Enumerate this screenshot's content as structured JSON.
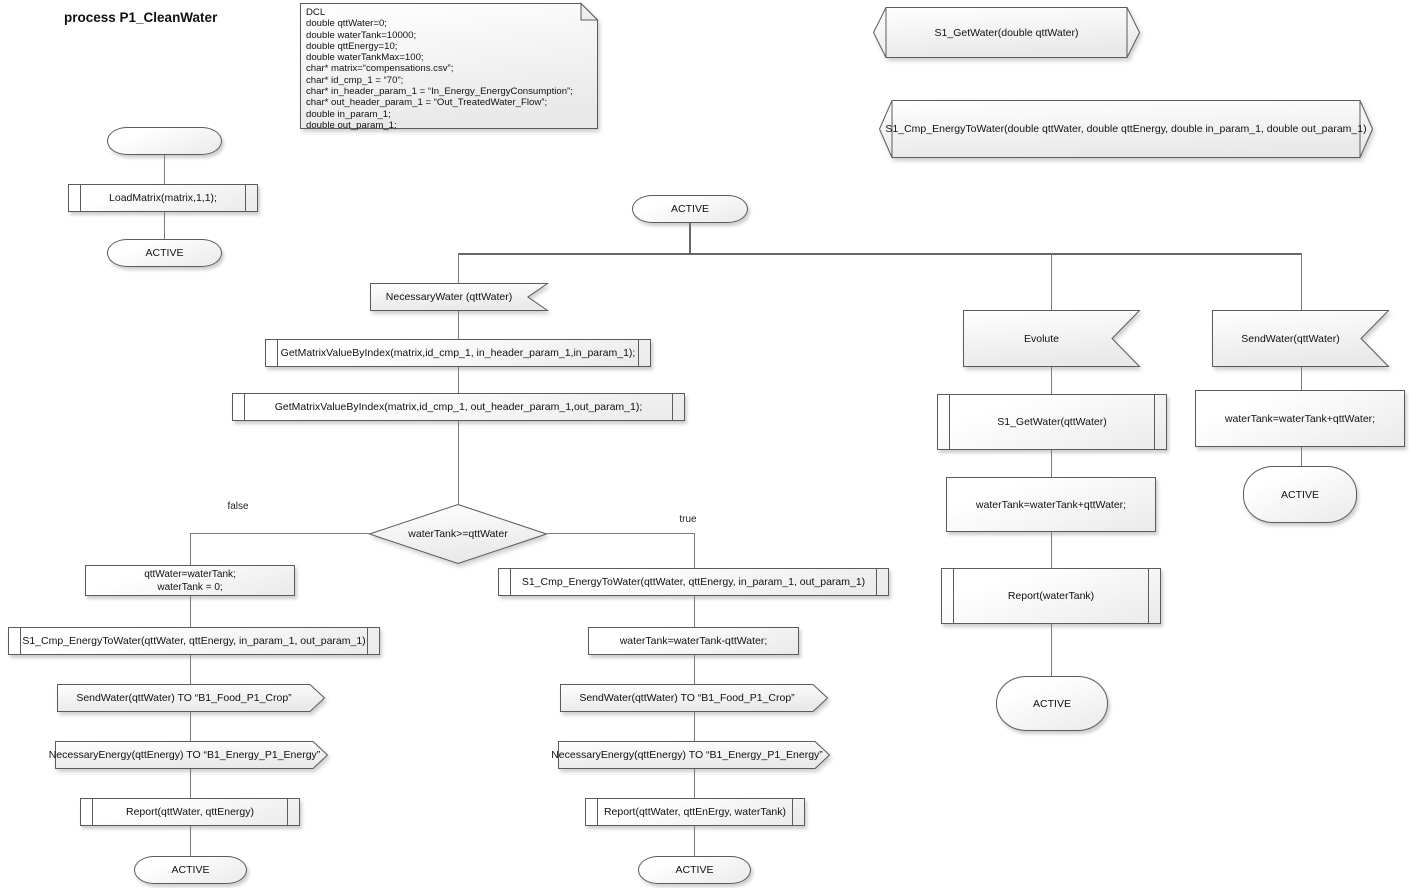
{
  "title": "process P1_CleanWater",
  "dcl": {
    "lines": [
      "DCL",
      "double qttWater=0;",
      "double waterTank=10000;",
      "double qttEnergy=10;",
      "double waterTankMax=100;",
      "char* matrix=“compensations.csv”;",
      "char* id_cmp_1 = “70”;",
      "char* in_header_param_1 = “In_Energy_EnergyConsumption”;",
      "char* out_header_param_1 = “Out_TreatedWater_Flow”;",
      "double in_param_1;",
      "double out_param_1;"
    ]
  },
  "declarations": {
    "get_water": "S1_GetWater(double qttWater)",
    "cmp_energy_to_water": "S1_Cmp_EnergyToWater(double qttWater, double qttEnergy, double in_param_1, double out_param_1)"
  },
  "init_flow": {
    "load_matrix": "LoadMatrix(matrix,1,1);",
    "active_state": "ACTIVE"
  },
  "main_flow": {
    "active_state": "ACTIVE",
    "input_necessary_water": "NecessaryWater (qttWater)",
    "get_matrix_in": "GetMatrixValueByIndex(matrix,id_cmp_1, in_header_param_1,in_param_1);",
    "get_matrix_out": "GetMatrixValueByIndex(matrix,id_cmp_1, out_header_param_1,out_param_1);",
    "decision": "waterTank>=qttWater",
    "false_label": "false",
    "true_label": "true"
  },
  "false_branch": {
    "task_line1": "qttWater=waterTank;",
    "task_line2": "waterTank = 0;",
    "call_cmp": "S1_Cmp_EnergyToWater(qttWater, qttEnergy, in_param_1, out_param_1)",
    "output_send_water": "SendWater(qttWater) TO “B1_Food_P1_Crop”",
    "output_necessary_energy": "NecessaryEnergy(qttEnergy) TO “B1_Energy_P1_Energy”",
    "call_report": "Report(qttWater, qttEnergy)",
    "active_state": "ACTIVE"
  },
  "true_branch": {
    "call_cmp": "S1_Cmp_EnergyToWater(qttWater, qttEnergy, in_param_1, out_param_1)",
    "task": "waterTank=waterTank-qttWater;",
    "output_send_water": "SendWater(qttWater) TO “B1_Food_P1_Crop”",
    "output_necessary_energy": "NecessaryEnergy(qttEnergy) TO “B1_Energy_P1_Energy”",
    "call_report": "Report(qttWater, qttEnErgy, waterTank)",
    "active_state": "ACTIVE"
  },
  "evolute_branch": {
    "input_evolute": "Evolute",
    "call_get_water": "S1_GetWater(qttWater)",
    "task": "waterTank=waterTank+qttWater;",
    "call_report": "Report(waterTank)",
    "active_state": "ACTIVE"
  },
  "send_water_branch": {
    "input_send_water": "SendWater(qttWater)",
    "task": "waterTank=waterTank+qttWater;",
    "active_state": "ACTIVE"
  },
  "colors": {
    "shape_border": "#5b5b5b",
    "connector": "#7a7a7a",
    "fill_top": "#ffffff",
    "fill_bottom": "#e9e9e9"
  }
}
